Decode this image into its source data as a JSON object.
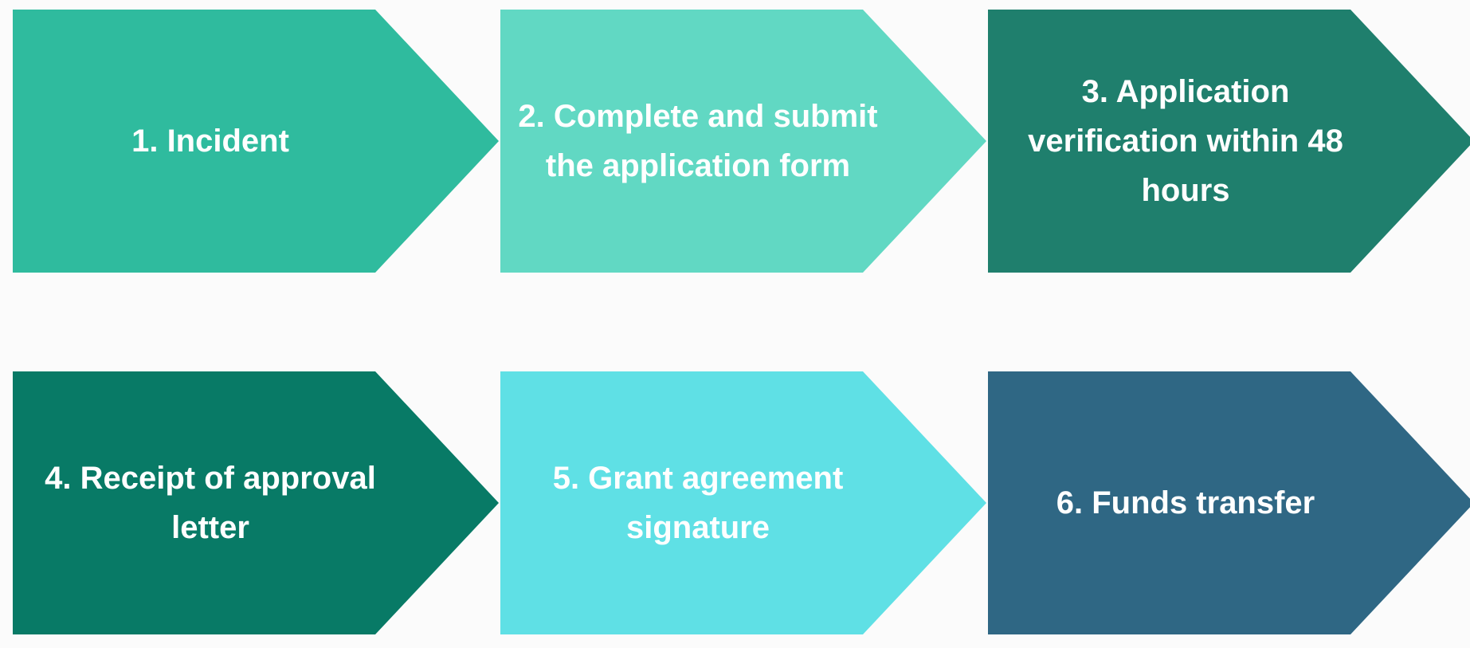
{
  "steps": [
    {
      "label": "1. Incident",
      "color": "#2fbb9e"
    },
    {
      "label": "2. Complete and submit the application form",
      "color": "#61d8c3"
    },
    {
      "label": "3. Application verification within 48 hours",
      "color": "#1f7f6d"
    },
    {
      "label": "4. Receipt of approval letter",
      "color": "#087a66"
    },
    {
      "label": "5. Grant agreement signature",
      "color": "#5fe0e5"
    },
    {
      "label": "6. Funds transfer",
      "color": "#2f6784"
    }
  ]
}
